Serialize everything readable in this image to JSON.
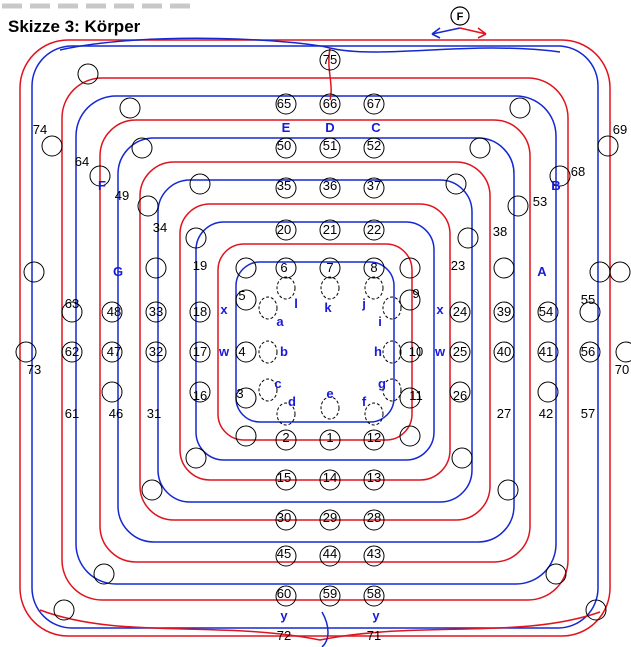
{
  "title": "Skizze 3: Körper",
  "start_marker": "F",
  "colors": {
    "red": "#e0141e",
    "blue": "#1428d2",
    "ring": "#000000",
    "label_blue": "#1a1adb"
  },
  "numbers": [
    "1",
    "2",
    "3",
    "4",
    "5",
    "6",
    "7",
    "8",
    "9",
    "10",
    "11",
    "12",
    "13",
    "14",
    "15",
    "16",
    "17",
    "18",
    "19",
    "20",
    "21",
    "22",
    "23",
    "24",
    "25",
    "26",
    "27",
    "28",
    "29",
    "30",
    "31",
    "32",
    "33",
    "34",
    "35",
    "36",
    "37",
    "38",
    "39",
    "40",
    "41",
    "42",
    "43",
    "44",
    "45",
    "46",
    "47",
    "48",
    "49",
    "50",
    "51",
    "52",
    "53",
    "54",
    "55",
    "56",
    "57",
    "58",
    "59",
    "60",
    "61",
    "62",
    "63",
    "64",
    "65",
    "66",
    "67",
    "68",
    "69",
    "70",
    "71",
    "72",
    "73",
    "74",
    "75"
  ],
  "letters": [
    "a",
    "b",
    "c",
    "d",
    "e",
    "f",
    "g",
    "h",
    "i",
    "j",
    "k",
    "l",
    "A",
    "B",
    "C",
    "D",
    "E",
    "F",
    "G",
    "w",
    "w",
    "x",
    "x",
    "y",
    "y"
  ]
}
